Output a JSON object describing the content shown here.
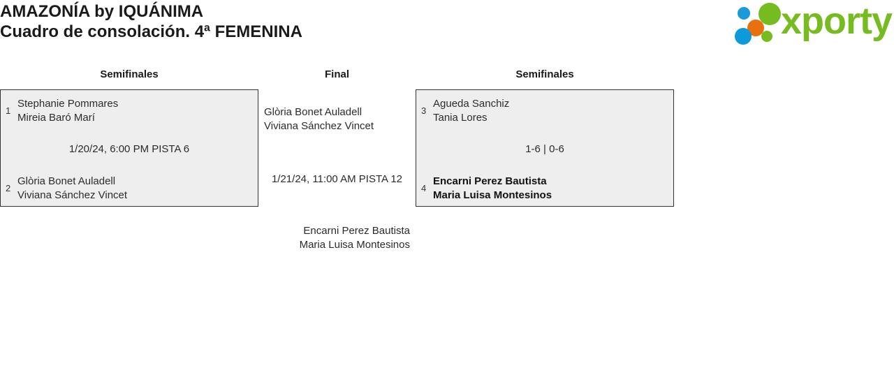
{
  "header": {
    "title_line1": "AMAZONÍA by IQUÁNIMA",
    "title_line2": "Cuadro de consolación. 4ª FEMENINA",
    "logo_wordmark": "xporty",
    "logo_colors": {
      "green": "#76bc21",
      "blue": "#0e9ad9",
      "blue_light": "#1a9bd7",
      "orange": "#e8700f"
    }
  },
  "rounds": {
    "left_label": "Semifinales",
    "final_label": "Final",
    "right_label": "Semifinales"
  },
  "matches": {
    "semifinal_left": {
      "team_top": {
        "seed": "1",
        "player1": "Stephanie Pommares",
        "player2": "Mireia Baró Marí",
        "winner": false
      },
      "team_bottom": {
        "seed": "2",
        "player1": "Glòria Bonet Auladell",
        "player2": "Viviana Sánchez Vincet",
        "winner": false
      },
      "info": "1/20/24, 6:00 PM PISTA 6"
    },
    "semifinal_right": {
      "team_top": {
        "seed": "3",
        "player1": "Agueda Sanchiz",
        "player2": "Tania Lores",
        "winner": false
      },
      "team_bottom": {
        "seed": "4",
        "player1": "Encarni Perez Bautista",
        "player2": "Maria Luisa Montesinos",
        "winner": true
      },
      "info": "1-6 | 0-6"
    },
    "final": {
      "team_top": {
        "player1": "Glòria Bonet Auladell",
        "player2": "Viviana Sánchez Vincet"
      },
      "team_bottom": {
        "player1": "Encarni Perez Bautista",
        "player2": "Maria Luisa Montesinos"
      },
      "info": "1/21/24, 11:00 AM PISTA 12"
    }
  }
}
